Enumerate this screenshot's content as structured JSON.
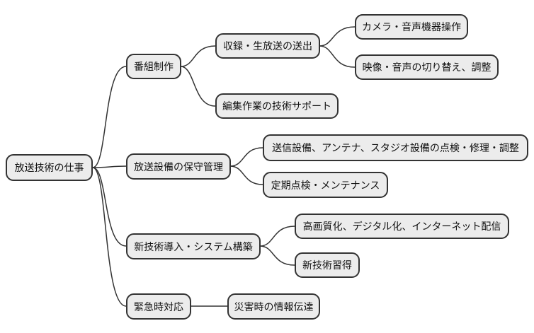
{
  "mindmap": {
    "root": {
      "label": "放送技術の仕事",
      "children": [
        {
          "label": "番組制作",
          "children": [
            {
              "label": "収録・生放送の送出",
              "children": [
                {
                  "label": "カメラ・音声機器操作"
                },
                {
                  "label": "映像・音声の切り替え、調整"
                }
              ]
            },
            {
              "label": "編集作業の技術サポート"
            }
          ]
        },
        {
          "label": "放送設備の保守管理",
          "children": [
            {
              "label": "送信設備、アンテナ、スタジオ設備の点検・修理・調整"
            },
            {
              "label": "定期点検・メンテナンス"
            }
          ]
        },
        {
          "label": "新技術導入・システム構築",
          "children": [
            {
              "label": "高画質化、デジタル化、インターネット配信"
            },
            {
              "label": "新技術習得"
            }
          ]
        },
        {
          "label": "緊急時対応",
          "children": [
            {
              "label": "災害時の情報伝達"
            }
          ]
        }
      ]
    },
    "colors": {
      "node_fill": "#ececec",
      "node_border": "#333333",
      "edge": "#333333",
      "background": "#ffffff"
    }
  }
}
